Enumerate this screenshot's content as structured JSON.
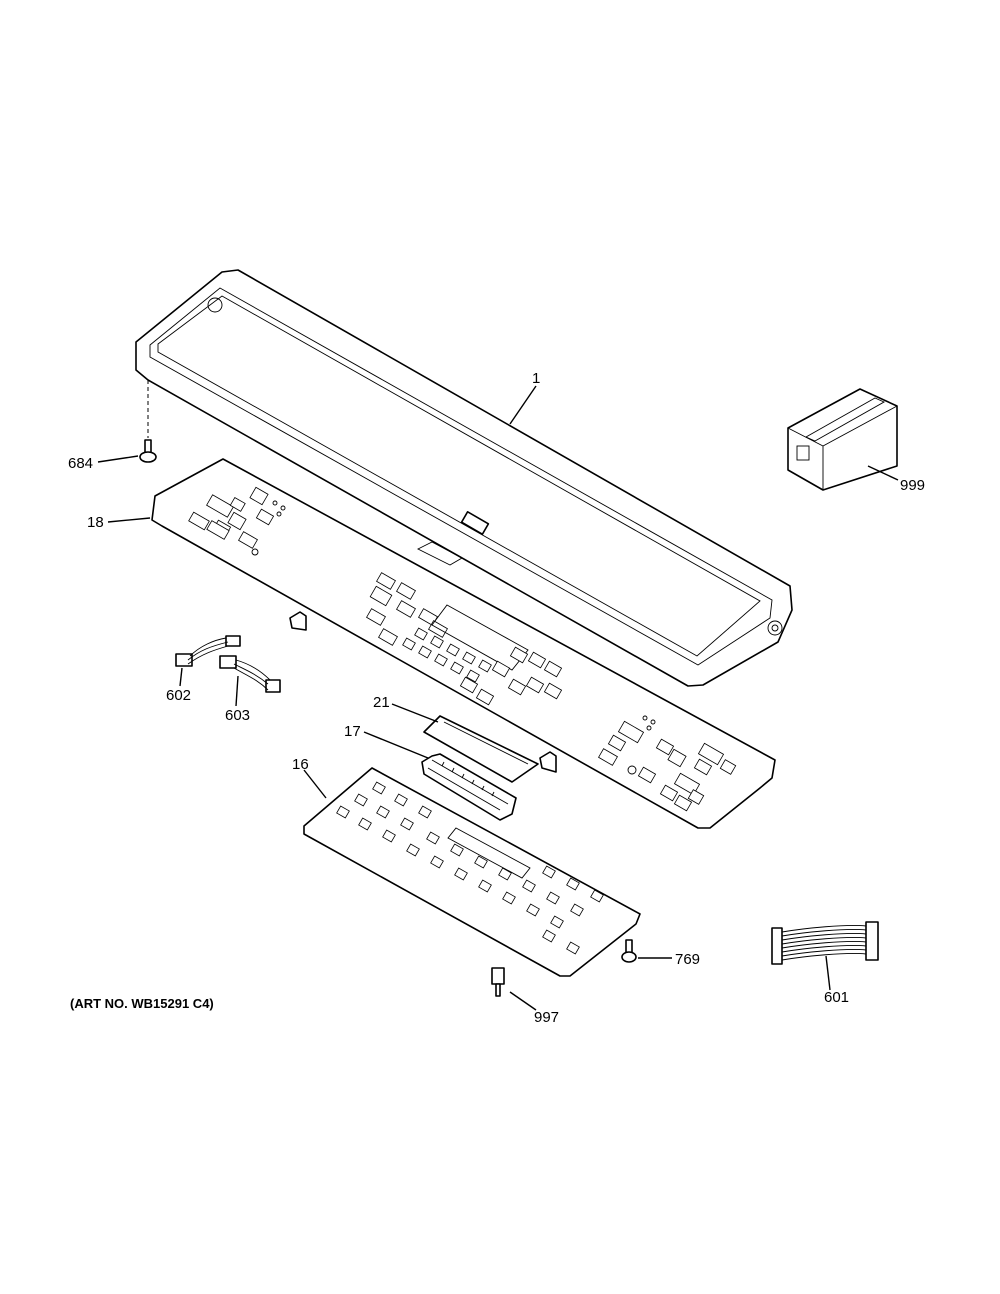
{
  "art_number": "(ART NO. WB15291 C4)",
  "callouts": {
    "c1": "1",
    "c999": "999",
    "c684": "684",
    "c18": "18",
    "c602": "602",
    "c603": "603",
    "c21": "21",
    "c17": "17",
    "c16": "16",
    "c769": "769",
    "c997": "997",
    "c601": "601"
  }
}
